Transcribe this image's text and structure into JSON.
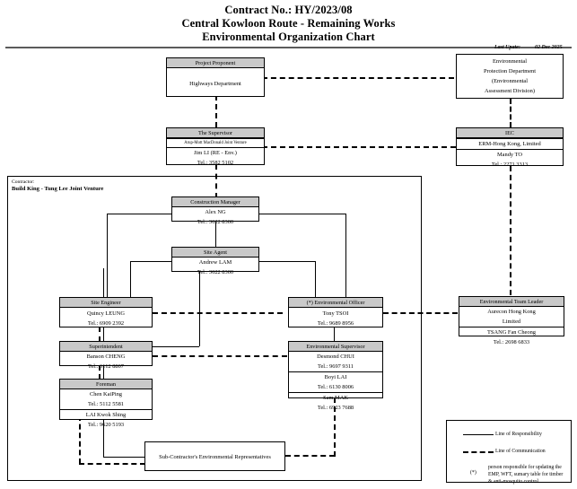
{
  "header": {
    "title_line1": "Contract No.: HY/2023/08",
    "title_line2": "Central Kowloon Route - Remaining Works",
    "title_line3": "Environmental Organization Chart",
    "last_update_label": "Last Upate:",
    "last_update_value": "02 Dec 2025"
  },
  "contractor": {
    "label": "Contractor:",
    "name": "Build King - Tung Lee Joint Venture"
  },
  "boxes": {
    "project_proponent": {
      "header": "Project Proponent",
      "row1": "Highways Department"
    },
    "epd": {
      "row1": "Environmental",
      "row2": "Protection Department",
      "row3": "(Environmental",
      "row4": "Assessment Division)"
    },
    "supervisor": {
      "header": "The Supervisor",
      "row1": "Arup-Mott MacDonald Joint Venture",
      "row2": "Jim LI (RE - Env.)",
      "row3": "Tel.: 3582 5102"
    },
    "iec": {
      "header": "IEC",
      "row1": "ERM-Hong Kong, Limited",
      "row2": "Mandy TO",
      "row3": "Tel.: 2271 3313"
    },
    "construction_manager": {
      "header": "Construction Manager",
      "row1": "Alex NG",
      "row2": "Tel.: 3622 8300"
    },
    "site_agent": {
      "header": "Site Agent",
      "row1": "Andrew LAM",
      "row2": "Tel.: 3622 8300"
    },
    "site_engineer": {
      "header": "Site Engineer",
      "row1": "Quincy LEUNG",
      "row2": "Tel.: 6909 2392"
    },
    "environmental_officer": {
      "header": "(*) Environmental Officer",
      "row1": "Tony TSOI",
      "row2": "Tel.: 9689 8956"
    },
    "environmental_team_leader": {
      "header": "Environmental Team Leader",
      "row1": "Aurecon Hong Kong",
      "row2": "Limited",
      "row3": "TSANG Fan Cheong",
      "row4": "Tel.: 2698 6833"
    },
    "superintendent": {
      "header": "Superintendent",
      "row1": "Banson CHENG",
      "row2": "Tel.: 6112 8807"
    },
    "environmental_supervisor": {
      "header": "Environmental Supervisor",
      "row1": "Desmond CHUI",
      "row2": "Tel.: 9697 9311",
      "row3": "Boyi LAI",
      "row4": "Tel.: 6130 8006",
      "row5": "Sam MAK",
      "row6": "Tel.: 6923 7688"
    },
    "foreman": {
      "header": "Foreman",
      "row1": "Chen KaiPing",
      "row2": "Tel.: 5112 5581",
      "row3": "LAI Kwok Shing",
      "row4": "Tel.: 9620 5193"
    },
    "subcontractor": {
      "row1": "Sub-Contractor's Environmental Representatives"
    }
  },
  "legend": {
    "responsibility": "Line of Responsibility",
    "communication": "Line of Communication",
    "star_marker": "(*)",
    "star_note_1": "person responsible for updating the",
    "star_note_2": "EMP, WFT, sumary table for timber",
    "star_note_3": "& anti-mosquito control"
  },
  "chart_data": {
    "type": "diagram",
    "title": "Environmental Organization Chart",
    "nodes": [
      {
        "id": "project_proponent",
        "label": "Project Proponent",
        "entity": "Highways Department"
      },
      {
        "id": "epd",
        "label": "Environmental Protection Department (Environmental Assessment Division)"
      },
      {
        "id": "supervisor",
        "label": "The Supervisor",
        "entity": "Arup-Mott MacDonald Joint Venture",
        "person": "Jim LI (RE - Env.)",
        "tel": "3582 5102"
      },
      {
        "id": "iec",
        "label": "IEC",
        "entity": "ERM-Hong Kong, Limited",
        "person": "Mandy TO",
        "tel": "2271 3313"
      },
      {
        "id": "construction_manager",
        "label": "Construction Manager",
        "person": "Alex NG",
        "tel": "3622 8300"
      },
      {
        "id": "site_agent",
        "label": "Site Agent",
        "person": "Andrew LAM",
        "tel": "3622 8300"
      },
      {
        "id": "site_engineer",
        "label": "Site Engineer",
        "person": "Quincy LEUNG",
        "tel": "6909 2392"
      },
      {
        "id": "environmental_officer",
        "label": "(*) Environmental Officer",
        "person": "Tony TSOI",
        "tel": "9689 8956"
      },
      {
        "id": "environmental_team_leader",
        "label": "Environmental Team Leader",
        "entity": "Aurecon Hong Kong Limited",
        "person": "TSANG Fan Cheong",
        "tel": "2698 6833"
      },
      {
        "id": "superintendent",
        "label": "Superintendent",
        "person": "Banson CHENG",
        "tel": "6112 8807"
      },
      {
        "id": "environmental_supervisor",
        "label": "Environmental Supervisor",
        "people": [
          "Desmond CHUI",
          "Boyi LAI",
          "Sam MAK"
        ],
        "tels": [
          "9697 9311",
          "6130 8006",
          "6923 7688"
        ]
      },
      {
        "id": "foreman",
        "label": "Foreman",
        "people": [
          "Chen KaiPing",
          "LAI Kwok Shing"
        ],
        "tels": [
          "5112 5581",
          "9620 5193"
        ]
      },
      {
        "id": "subcontractor",
        "label": "Sub-Contractor's Environmental Representatives"
      }
    ],
    "edges": [
      {
        "from": "project_proponent",
        "to": "epd",
        "type": "communication"
      },
      {
        "from": "project_proponent",
        "to": "supervisor",
        "type": "communication"
      },
      {
        "from": "epd",
        "to": "iec",
        "type": "communication"
      },
      {
        "from": "supervisor",
        "to": "iec",
        "type": "communication"
      },
      {
        "from": "supervisor",
        "to": "construction_manager",
        "type": "communication"
      },
      {
        "from": "iec",
        "to": "environmental_team_leader",
        "type": "communication"
      },
      {
        "from": "construction_manager",
        "to": "site_agent",
        "type": "responsibility"
      },
      {
        "from": "construction_manager",
        "to": "site_engineer",
        "type": "responsibility"
      },
      {
        "from": "construction_manager",
        "to": "environmental_officer",
        "type": "responsibility"
      },
      {
        "from": "site_agent",
        "to": "site_engineer",
        "type": "responsibility"
      },
      {
        "from": "site_agent",
        "to": "environmental_officer",
        "type": "responsibility"
      },
      {
        "from": "site_agent",
        "to": "superintendent",
        "type": "responsibility"
      },
      {
        "from": "site_agent",
        "to": "subcontractor",
        "type": "responsibility"
      },
      {
        "from": "site_engineer",
        "to": "superintendent",
        "type": "responsibility"
      },
      {
        "from": "site_engineer",
        "to": "environmental_officer",
        "type": "communication"
      },
      {
        "from": "environmental_officer",
        "to": "environmental_supervisor",
        "type": "responsibility"
      },
      {
        "from": "environmental_officer",
        "to": "environmental_team_leader",
        "type": "communication"
      },
      {
        "from": "superintendent",
        "to": "foreman",
        "type": "communication"
      },
      {
        "from": "superintendent",
        "to": "environmental_supervisor",
        "type": "communication"
      },
      {
        "from": "foreman",
        "to": "subcontractor",
        "type": "communication"
      },
      {
        "from": "environmental_supervisor",
        "to": "subcontractor",
        "type": "communication"
      }
    ],
    "legend": [
      "Line of Responsibility",
      "Line of Communication"
    ]
  }
}
